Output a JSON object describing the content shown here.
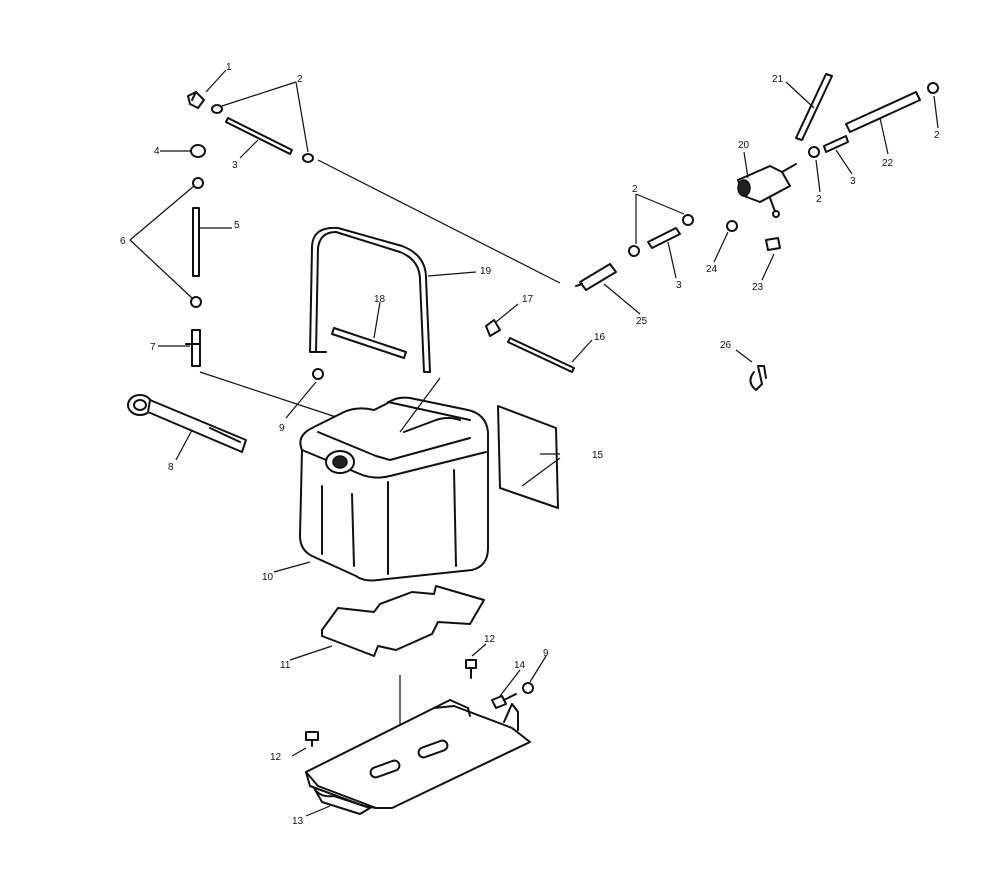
{
  "callouts": {
    "c1": "1",
    "c2a": "2",
    "c3a": "3",
    "c4": "4",
    "c5": "5",
    "c6": "6",
    "c7": "7",
    "c8": "8",
    "c9a": "9",
    "c10": "10",
    "c11": "11",
    "c12a": "12",
    "c12b": "12",
    "c13": "13",
    "c14": "14",
    "c9b": "9",
    "c15": "15",
    "c16": "16",
    "c17": "17",
    "c18": "18",
    "c19": "19",
    "c20": "20",
    "c21": "21",
    "c22": "22",
    "c2b": "2",
    "c2c": "2",
    "c3b": "3",
    "c3c": "3",
    "c2d": "2",
    "c24": "24",
    "c23": "23",
    "c25": "25",
    "c26": "26"
  }
}
